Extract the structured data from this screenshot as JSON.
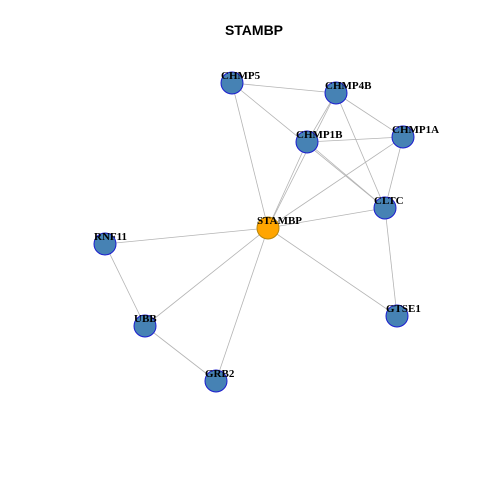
{
  "title": "STAMBP",
  "colors": {
    "hub_fill": "#FFA500",
    "hub_stroke": "#B8860B",
    "node_fill": "#4682B4",
    "node_stroke": "#1C1CCF",
    "edge": "#B4B4B4"
  },
  "network": {
    "hub": "STAMBP",
    "nodes": [
      {
        "id": "STAMBP",
        "label": "STAMBP",
        "role": "hub"
      },
      {
        "id": "CHMP5",
        "label": "CHMP5",
        "role": "neighbor"
      },
      {
        "id": "CHMP4B",
        "label": "CHMP4B",
        "role": "neighbor"
      },
      {
        "id": "CHMP1B",
        "label": "CHMP1B",
        "role": "neighbor"
      },
      {
        "id": "CHMP1A",
        "label": "CHMP1A",
        "role": "neighbor"
      },
      {
        "id": "CLTC",
        "label": "CLTC",
        "role": "neighbor"
      },
      {
        "id": "RNF11",
        "label": "RNF11",
        "role": "neighbor"
      },
      {
        "id": "UBB",
        "label": "UBB",
        "role": "neighbor"
      },
      {
        "id": "GTSE1",
        "label": "GTSE1",
        "role": "neighbor"
      },
      {
        "id": "GRB2",
        "label": "GRB2",
        "role": "neighbor"
      }
    ],
    "edges": [
      [
        "STAMBP",
        "CHMP5"
      ],
      [
        "STAMBP",
        "CHMP4B"
      ],
      [
        "STAMBP",
        "CHMP1B"
      ],
      [
        "STAMBP",
        "CHMP1A"
      ],
      [
        "STAMBP",
        "CLTC"
      ],
      [
        "STAMBP",
        "RNF11"
      ],
      [
        "STAMBP",
        "UBB"
      ],
      [
        "STAMBP",
        "GTSE1"
      ],
      [
        "STAMBP",
        "GRB2"
      ],
      [
        "CHMP5",
        "CHMP4B"
      ],
      [
        "CHMP5",
        "CLTC"
      ],
      [
        "CHMP4B",
        "CHMP1A"
      ],
      [
        "CHMP4B",
        "CHMP1B"
      ],
      [
        "CHMP4B",
        "CLTC"
      ],
      [
        "CHMP1B",
        "CHMP1A"
      ],
      [
        "CHMP1B",
        "CLTC"
      ],
      [
        "CHMP1A",
        "CLTC"
      ],
      [
        "CLTC",
        "GTSE1"
      ],
      [
        "RNF11",
        "UBB"
      ],
      [
        "UBB",
        "GRB2"
      ]
    ]
  }
}
